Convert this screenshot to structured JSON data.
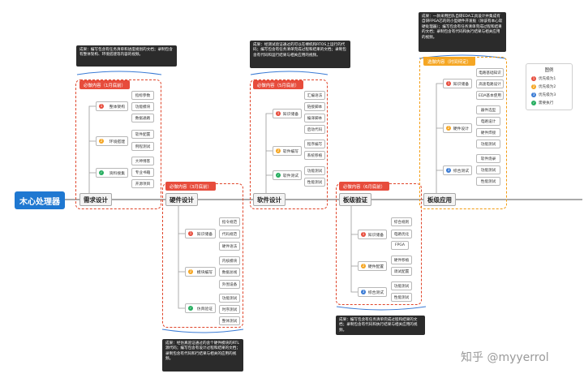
{
  "root": {
    "label": "木心处理器"
  },
  "colors": {
    "red": "#e74c3c",
    "orange": "#f5a623",
    "blue": "#3a7bd5",
    "green": "#27ae60",
    "title": "#1f78d1"
  },
  "stages": [
    {
      "label": "需求设计"
    },
    {
      "label": "硬件设计"
    },
    {
      "label": "软件设计"
    },
    {
      "label": "板级验证"
    },
    {
      "label": "板级应用"
    }
  ],
  "tags": {
    "s1": "必做内容（1月底前）",
    "s2": "必做内容（3月底前）",
    "s3": "必做内容（5月底前）",
    "s4": "必做内容（6月底前）",
    "s5": "选做内容（时间待定）"
  },
  "notes": {
    "s1": "成果：编写包含有任务清单和进度规划的文档；录制包含有整体架构、环境搭建等内容的视频。",
    "s2": "成果：经仿真验证通过的含个硬件模块的RTL源代码；编写包含有设计过程和结果的文档；录制包含有代码和行结果与相关的应用的视频。",
    "s3": "成果：经测试验证通过的可以在裸机和RTOS上运行的代码；编写包含有任务清单完成过程和结果的文档；录制包含有代码和运行结果与相关应用的视频。",
    "s4": "成果：编写包含有任务清单完成过程和结果的文档；录制包含有代码和执行结果与相关应用的视频。",
    "s5": "成果：一款采用团队自研EDA工具设计并集成有自研FPGA芯的的小型硬件开发板（除该有本心软硬处理器）；编写包含有任务清单完成过程和结果的文档；录制包含有代码和执行结果与相关应用的视频。"
  },
  "stage1": {
    "subs": [
      {
        "label": "整体架构",
        "color": "#e74c3c",
        "n": "1",
        "leaves": [
          "指标参数",
          "功能模块",
          "数据通路"
        ]
      },
      {
        "label": "环境搭建",
        "color": "#f5a623",
        "n": "2",
        "leaves": [
          "软件配置",
          "例程测试"
        ]
      },
      {
        "label": "资料搜集",
        "color": "#27ae60",
        "n": "✓",
        "leaves": [
          "大神博客",
          "专业书籍",
          "开源项目"
        ]
      }
    ]
  },
  "stage2": {
    "subs": [
      {
        "label": "知识储备",
        "color": "#e74c3c",
        "n": "1",
        "leaves": [
          "指令规范",
          "代码规范",
          "硬件语法"
        ]
      },
      {
        "label": "模块编写",
        "color": "#f5a623",
        "n": "2",
        "leaves": [
          "内核模块",
          "数据总线",
          "外围设备"
        ]
      },
      {
        "label": "仿真验证",
        "color": "#27ae60",
        "n": "✓",
        "leaves": [
          "功能测试",
          "时序测试",
          "整体测试"
        ]
      }
    ]
  },
  "stage3": {
    "subs": [
      {
        "label": "知识储备",
        "color": "#e74c3c",
        "n": "1",
        "leaves": [
          "汇编语法",
          "链接脚本",
          "编译脚本",
          "启动代码"
        ]
      },
      {
        "label": "软件编写",
        "color": "#f5a623",
        "n": "2",
        "leaves": [
          "程序编写",
          "系统移植"
        ]
      },
      {
        "label": "软件测试",
        "color": "#27ae60",
        "n": "✓",
        "leaves": [
          "功能测试",
          "性能测试"
        ]
      }
    ]
  },
  "stage4": {
    "subs": [
      {
        "label": "知识储备",
        "color": "#e74c3c",
        "n": "1",
        "leaves": [
          "综合规则",
          "电路优化",
          "FPGA"
        ]
      },
      {
        "label": "硬件配置",
        "color": "#f5a623",
        "n": "2",
        "leaves": [
          "硬件移植",
          "调试配置"
        ]
      },
      {
        "label": "综合测试",
        "color": "#3a7bd5",
        "n": "3",
        "leaves": [
          "功能测试",
          "性能测试"
        ]
      }
    ]
  },
  "stage5": {
    "subs": [
      {
        "label": "知识储备",
        "color": "#e74c3c",
        "n": "1",
        "leaves": [
          "电路基础知识",
          "高速电路设计",
          "EDA基本使用"
        ]
      },
      {
        "label": "硬件设计",
        "color": "#f5a623",
        "n": "2",
        "leaves": [
          "器件选型",
          "电路设计",
          "硬件焊接",
          "功能测试"
        ]
      },
      {
        "label": "综合测试",
        "color": "#3a7bd5",
        "n": "3",
        "leaves": [
          "软件烧录",
          "功能测试",
          "性能测试"
        ]
      }
    ]
  },
  "legend": {
    "title": "图例",
    "items": [
      {
        "label": "优先级为1",
        "color": "#e74c3c",
        "n": "1"
      },
      {
        "label": "优先级为2",
        "color": "#f5a623",
        "n": "2"
      },
      {
        "label": "优先级为3",
        "color": "#3a7bd5",
        "n": "3"
      },
      {
        "label": "需要执行",
        "color": "#27ae60",
        "n": "✓"
      }
    ]
  },
  "watermark": "知乎 @myyerrol"
}
